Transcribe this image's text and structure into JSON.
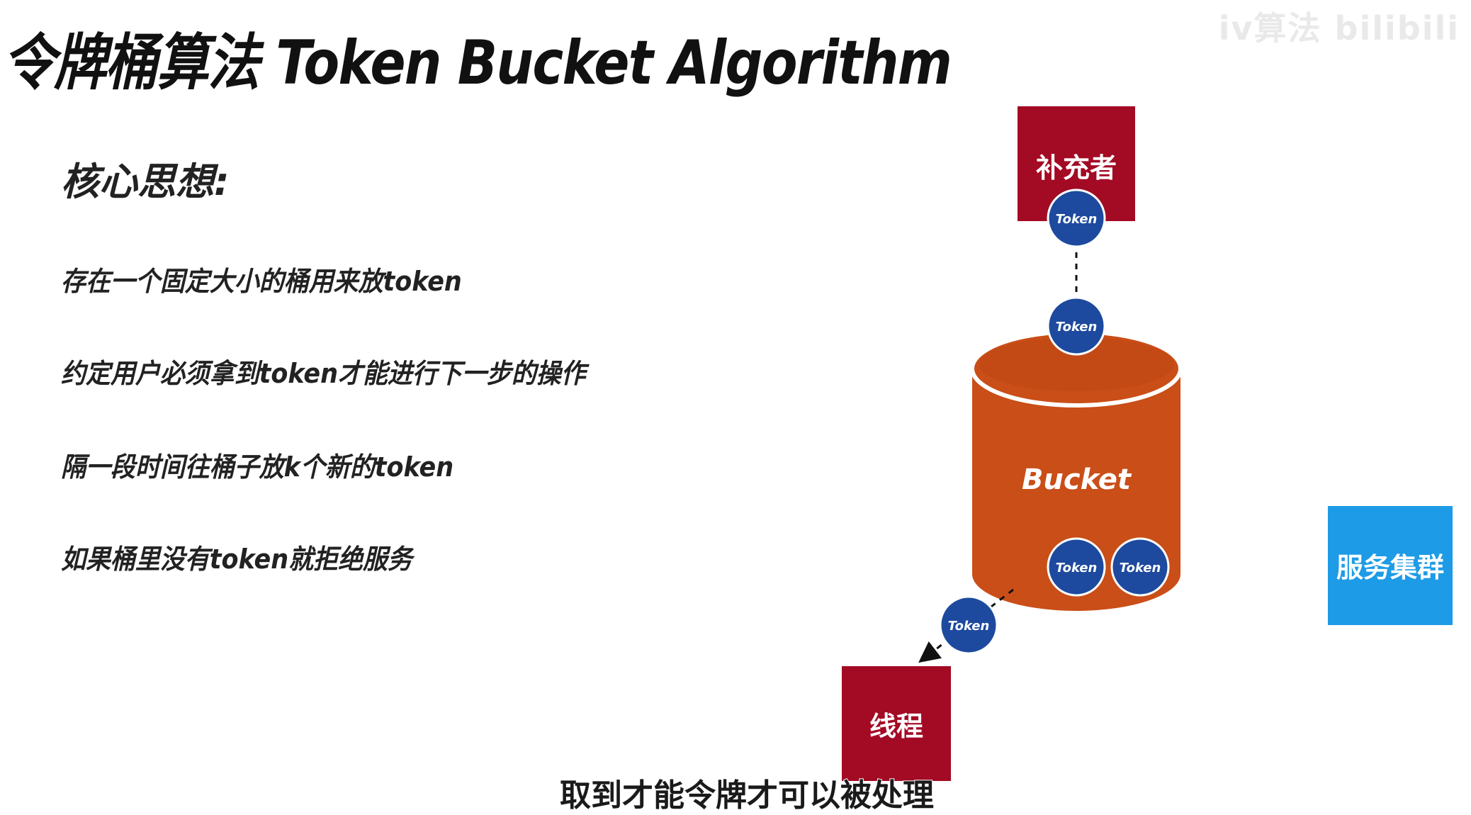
{
  "title": "令牌桶算法 Token Bucket Algorithm",
  "logo_text": "iv算法 bilibili",
  "content": {
    "heading": "核心思想:",
    "points": [
      "存在一个固定大小的桶用来放token",
      "约定用户必须拿到token才能进行下一步的操作",
      "隔一段时间往桶子放k个新的token",
      "如果桶里没有token就拒绝服务"
    ]
  },
  "diagram": {
    "refiller_label": "补充者",
    "bucket_label": "Bucket",
    "thread_label": "线程",
    "service_cluster_label": "服务集群",
    "token_label": "Token",
    "colors": {
      "box_red": "#a30a24",
      "bucket_orange": "#c94e17",
      "bucket_orange_dark": "#b44313",
      "token_blue": "#1d4a9e",
      "cluster_blue": "#1e9be6"
    }
  },
  "subtitle": "取到才能令牌才可以被处理"
}
